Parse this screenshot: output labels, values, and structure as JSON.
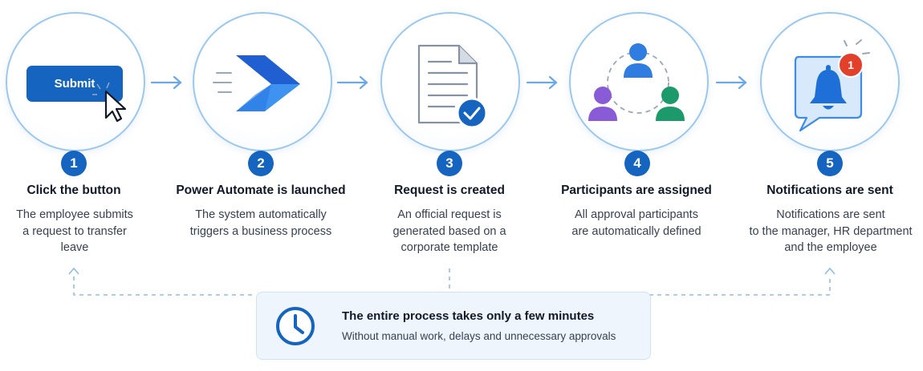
{
  "steps": [
    {
      "number": "1",
      "title": "Click the button",
      "description": [
        "The employee submits",
        "a request to transfer",
        "leave"
      ],
      "button_label": "Submit",
      "icons": [
        "submit-button",
        "cursor-icon"
      ]
    },
    {
      "number": "2",
      "title": "Power Automate is launched",
      "description": [
        "The system automatically",
        "triggers a business process"
      ],
      "icons": [
        "power-automate-icon"
      ]
    },
    {
      "number": "3",
      "title": "Request is created",
      "description": [
        "An official request is",
        "generated based on a",
        "corporate template"
      ],
      "icons": [
        "document-check-icon"
      ]
    },
    {
      "number": "4",
      "title": "Participants are assigned",
      "description": [
        "All approval participants",
        "are automatically defined"
      ],
      "icons": [
        "participants-icon"
      ]
    },
    {
      "number": "5",
      "title": "Notifications are sent",
      "description": [
        "Notifications are sent",
        "to the manager, HR department",
        "and the employee"
      ],
      "notification_count": "1",
      "icons": [
        "notification-bell-icon"
      ]
    }
  ],
  "summary": {
    "title": "The entire process takes only a few minutes",
    "subtitle": "Without manual work, delays and unnecessary approvals",
    "icon": "clock-icon"
  },
  "colors": {
    "primary": "#1565c0",
    "accent_blue": "#2f7de1",
    "circle_border": "#9cc8ee",
    "arrow": "#6aa8e8",
    "person_purple": "#8a5bd6",
    "person_green": "#1c9a6c",
    "notification_red": "#e2402b"
  }
}
